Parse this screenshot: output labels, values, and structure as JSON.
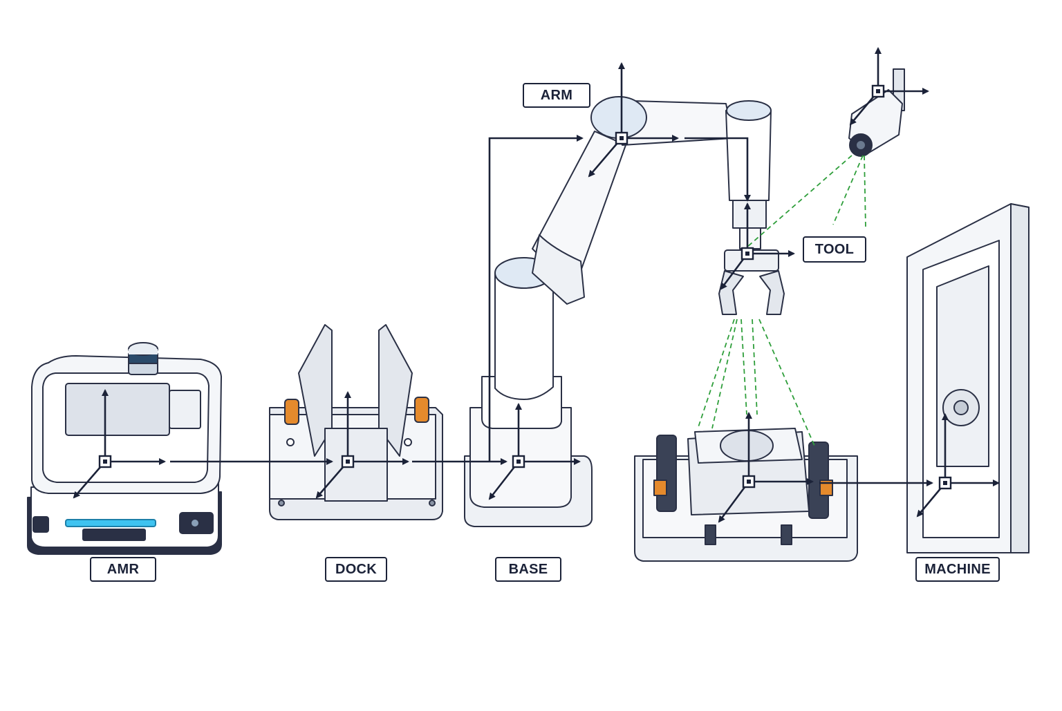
{
  "labels": {
    "arm": "ARM",
    "tool": "TOOL",
    "amr": "AMR",
    "dock": "DOCK",
    "base": "BASE",
    "machine": "MACHINE"
  },
  "colors": {
    "frame_arrow": "#1b2238",
    "camera_ray": "#2e9e3a",
    "equipment_fill": "#f1f3f6",
    "equipment_stroke": "#2a3045",
    "joint_cap": "#dfe9f4",
    "status_light": "#3fc3f0",
    "clamp_accent": "#e58a2c"
  },
  "icons": [
    "coordinate-frame-icon",
    "camera-icon",
    "gripper-icon",
    "lidar-icon"
  ]
}
